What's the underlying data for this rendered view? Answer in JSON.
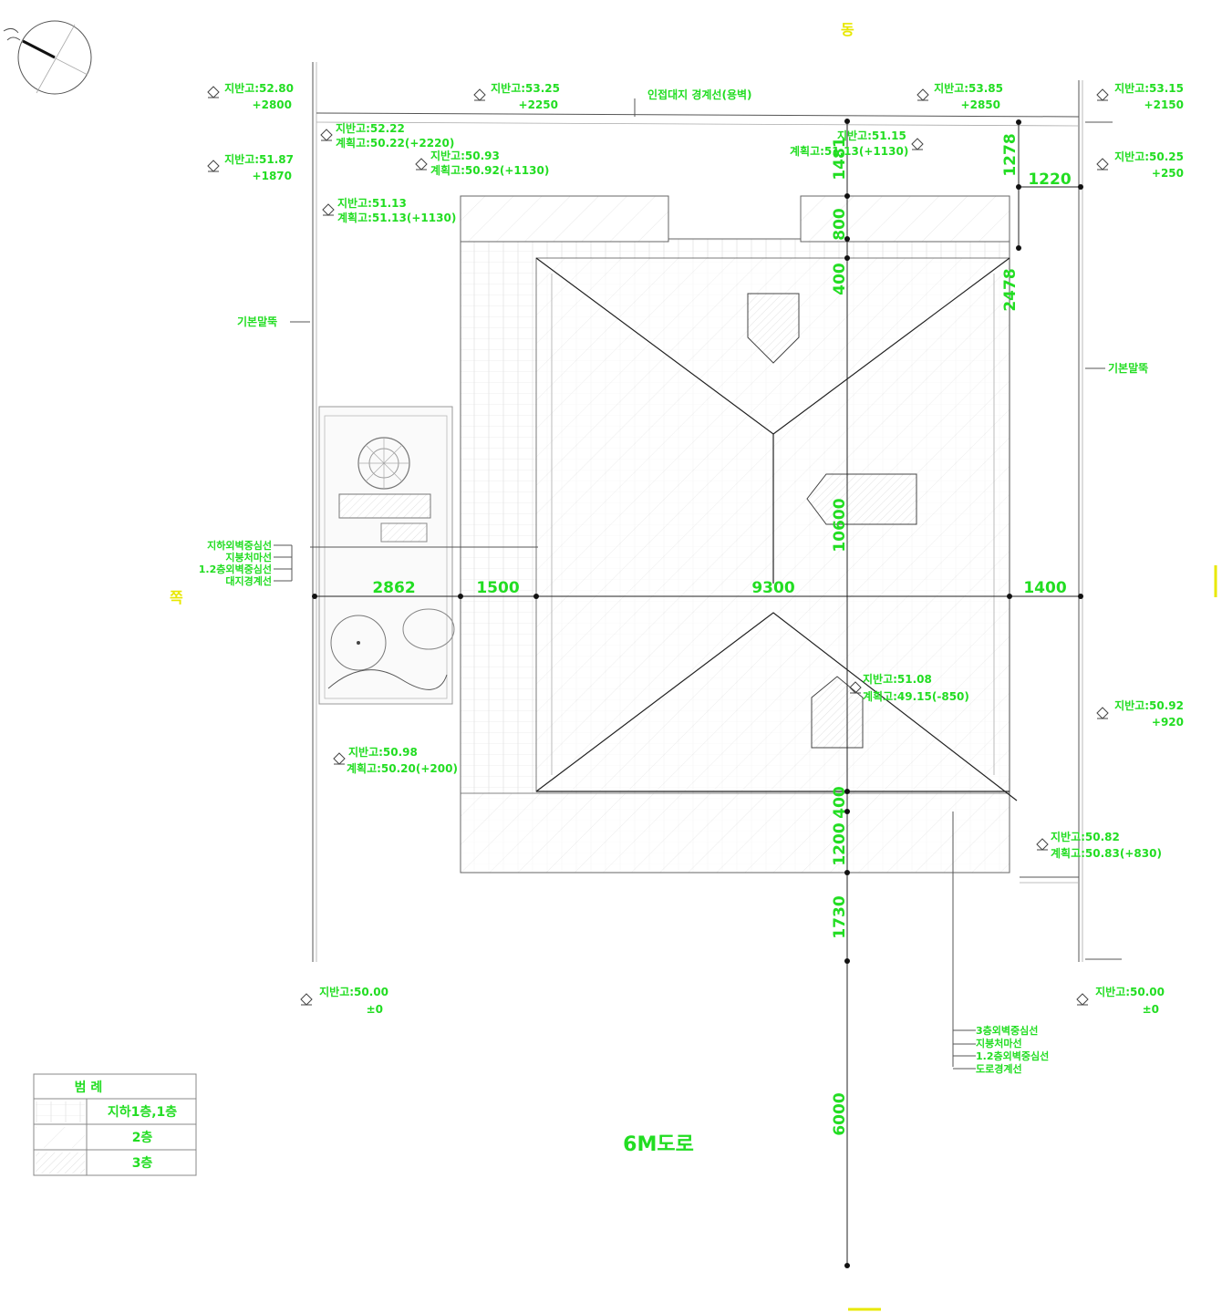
{
  "directions": {
    "north": "동",
    "west": "쪽"
  },
  "boundary_note": "인접대지 경계선(용벽)",
  "base_line_left": "기본말뚝",
  "base_line_right": "기본말뚝",
  "setback_notes_left": [
    "지하외벽중심선",
    "지붕처마선",
    "1.2층외벽중심선",
    "대지경계선"
  ],
  "setback_notes_bottom": [
    "3층외벽중심선",
    "지붕처마선",
    "1.2층외벽중심선",
    "도로경계선"
  ],
  "elevations": [
    {
      "id": "tl1",
      "l1": "지반고:52.80",
      "l2": "+2800"
    },
    {
      "id": "tc1",
      "l1": "지반고:53.25",
      "l2": "+2250"
    },
    {
      "id": "tr1",
      "l1": "지반고:53.85",
      "l2": "+2850"
    },
    {
      "id": "tr2",
      "l1": "지반고:53.15",
      "l2": "+2150"
    },
    {
      "id": "l2",
      "l1": "지반고:51.87",
      "l2": "+1870"
    },
    {
      "id": "p1",
      "l1": "지반고:52.22",
      "l2": "계획고:50.22(+2220)"
    },
    {
      "id": "p2",
      "l1": "지반고:50.93",
      "l2": "계획고:50.92(+1130)"
    },
    {
      "id": "p3",
      "l1": "지반고:51.13",
      "l2": "계획고:51.13(+1130)"
    },
    {
      "id": "p4",
      "l1": "지반고:51.15",
      "l2": "계획고:51.13(+1130)"
    },
    {
      "id": "r2",
      "l1": "지반고:50.25",
      "l2": "+250"
    },
    {
      "id": "p5",
      "l1": "지반고:51.08",
      "l2": "계획고:49.15(-850)"
    },
    {
      "id": "r3",
      "l1": "지반고:50.92",
      "l2": "+920"
    },
    {
      "id": "p6",
      "l1": "지반고:50.98",
      "l2": "계획고:50.20(+200)"
    },
    {
      "id": "p7",
      "l1": "지반고:50.82",
      "l2": "계획고:50.83(+830)"
    },
    {
      "id": "b1",
      "l1": "지반고:50.00",
      "l2": "±0"
    },
    {
      "id": "b2",
      "l1": "지반고:50.00",
      "l2": "±0"
    }
  ],
  "dims_horizontal": [
    "2862",
    "1500",
    "9300",
    "1400",
    "1220"
  ],
  "dims_vertical": [
    "1481",
    "800",
    "400",
    "10600",
    "400",
    "1200",
    "1730",
    "6000",
    "1278",
    "2478"
  ],
  "road_label": "6M도로",
  "legend": {
    "title": "범 례",
    "rows": [
      "지하1층,1층",
      "2층",
      "3층"
    ]
  }
}
